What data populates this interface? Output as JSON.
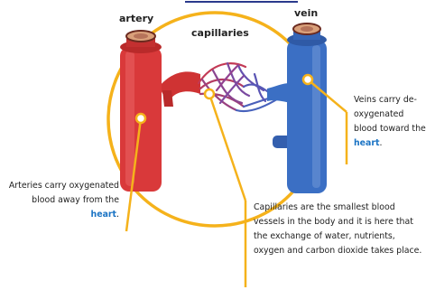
{
  "labels": {
    "artery": "artery",
    "capillaries": "capillaries",
    "vein": "vein"
  },
  "notes": {
    "artery": {
      "before": "Arteries carry oxygenated blood away from the ",
      "highlight": "heart",
      "after": "."
    },
    "vein": {
      "before": "Veins carry de-oxygenated blood toward the ",
      "highlight": "heart",
      "after": "."
    },
    "capillaries": {
      "text": "Capillaries are the smallest blood vessels in the body and it is here that the exchange of water, nutrients, oxygen and carbon dioxide takes place."
    }
  },
  "colors": {
    "artery": "#d9393a",
    "vein": "#3b6fc4",
    "loop": "#f5b21b",
    "highlight": "#1a73c4"
  }
}
